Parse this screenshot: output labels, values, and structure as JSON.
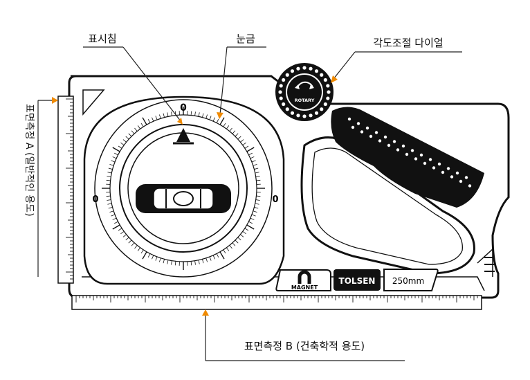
{
  "callouts": {
    "pointer": "표시침",
    "scale": "눈금",
    "dial": "각도조절 다이얼",
    "surface_a": "표면측정 A (일반적인 용도)",
    "surface_b": "표면측정 B (건축학적 용도)"
  },
  "device": {
    "brand": "TOLSEN",
    "length": "250mm",
    "magnet": "MAGNET",
    "dial_text": "ROTARY",
    "zero_top": "0",
    "zero_left": "0",
    "zero_right": "0"
  },
  "colors": {
    "arrow": "#f08a00",
    "ink": "#111111",
    "body": "#ffffff"
  },
  "icons": {
    "magnet": "magnet-icon",
    "level_vial": "bubble-level-icon",
    "dial": "rotary-dial-icon",
    "grip": "handle-grip-icon"
  }
}
